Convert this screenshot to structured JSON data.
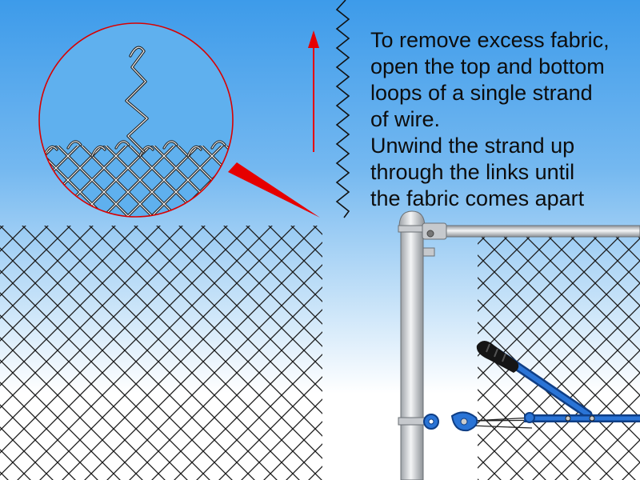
{
  "instructions": {
    "lines": [
      "To remove excess fabric,",
      "open the top and bottom",
      "loops of a single strand",
      "of wire.",
      "Unwind the strand up",
      "through the links until",
      "the fabric comes apart"
    ]
  },
  "colors": {
    "sky_top": "#3d9bea",
    "sky_bottom": "#ffffff",
    "highlight_red": "#e60000",
    "wire": "#1a1a1a",
    "tool_blue": "#1d5fc0",
    "post_gray": "#d0d3d6"
  },
  "icons": {
    "arrow": "up-arrow-icon",
    "zoom": "magnifier-callout-icon",
    "tool": "fence-stretcher-tool-icon"
  }
}
